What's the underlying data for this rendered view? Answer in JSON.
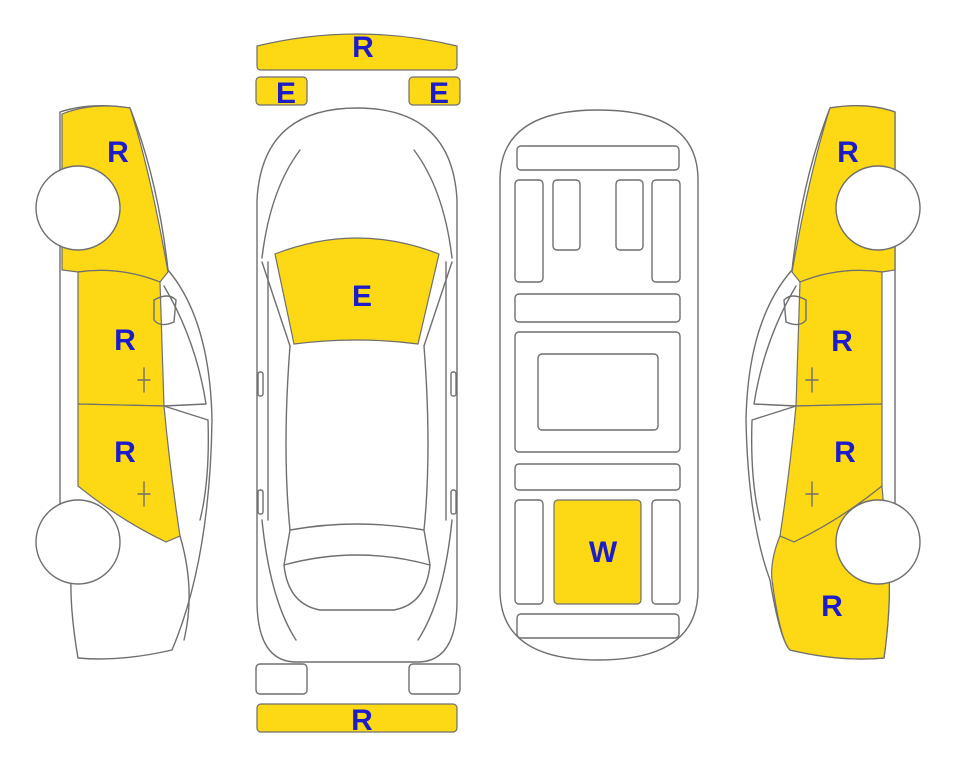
{
  "colors": {
    "highlight": "#fcd914",
    "label": "#1c1cc8",
    "outline": "#6f6f6f",
    "background": "#ffffff"
  },
  "labels": {
    "front_bumper": "R",
    "left_headlight": "E",
    "right_headlight": "E",
    "windshield": "E",
    "rear_bumper": "R",
    "floor_panel": "W",
    "left_front_fender": "R",
    "left_front_door": "R",
    "left_rear_door": "R",
    "right_front_fender": "R",
    "right_front_door": "R",
    "right_rear_door": "R",
    "right_rear_quarter": "R"
  }
}
